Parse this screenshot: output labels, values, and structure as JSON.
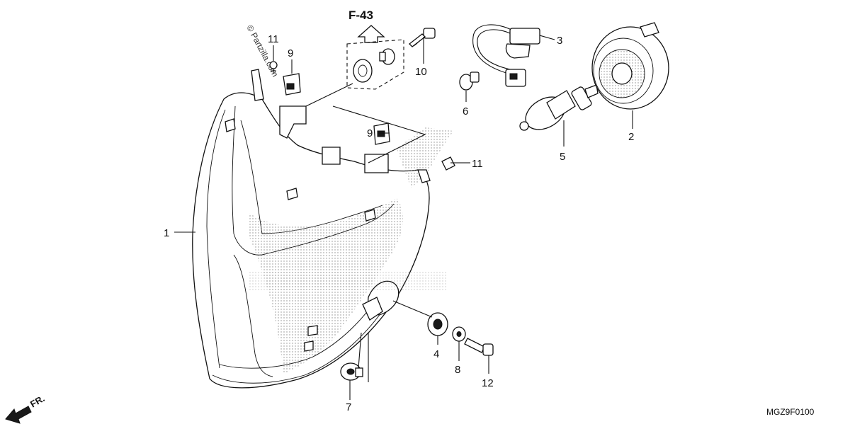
{
  "reference": "F-43",
  "watermark": "© Partzilla.com",
  "front_label": "FR.",
  "diagram_code": "MGZ9F0100",
  "callouts": [
    "1",
    "2",
    "3",
    "4",
    "5",
    "6",
    "7",
    "8",
    "9",
    "9",
    "10",
    "11",
    "11",
    "12"
  ]
}
